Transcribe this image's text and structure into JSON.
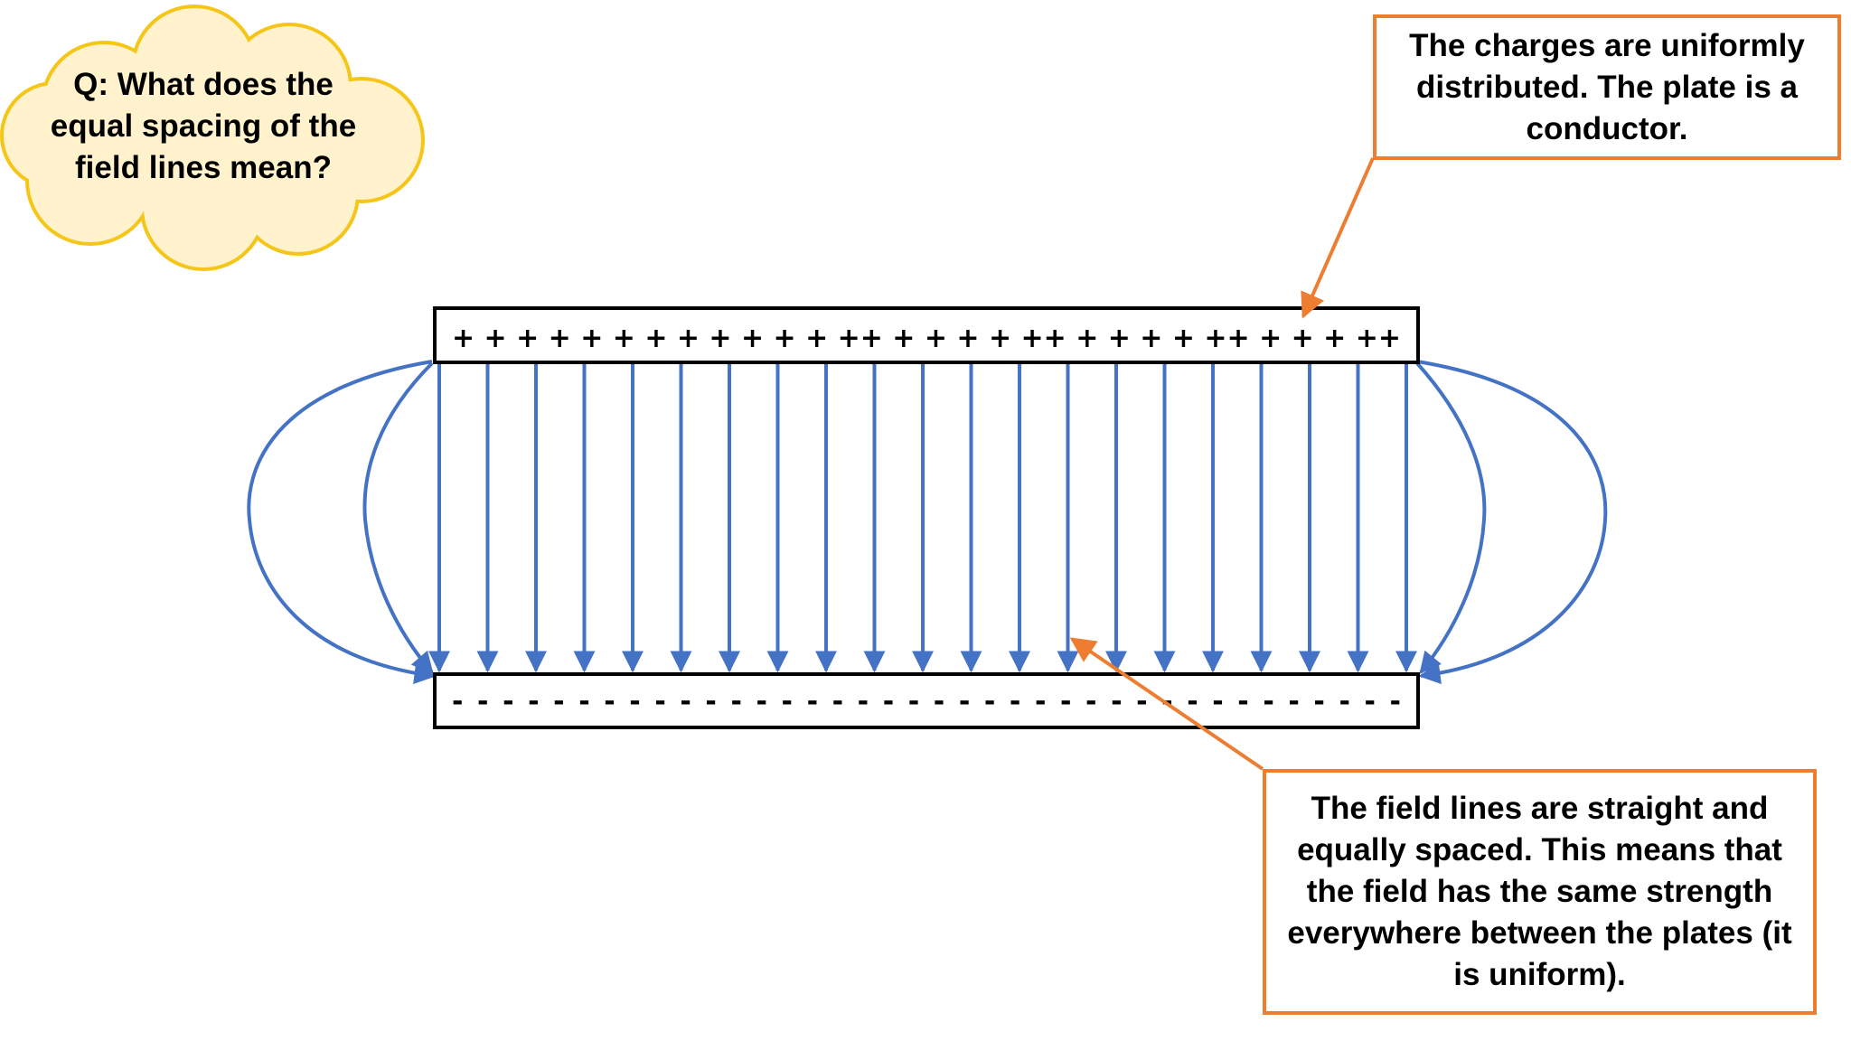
{
  "cloud": {
    "text": "Q: What does the equal spacing of the field lines mean?"
  },
  "callout_top": {
    "text": "The charges are uniformly distributed. The plate is a conductor."
  },
  "callout_bottom": {
    "text": "The field lines are straight and equally spaced. This means that the field has the same strength everywhere between the plates (it is uniform)."
  },
  "top_plate": {
    "charges": "+ + + + + + + + + + + + ++ + + + + ++ + + + + ++ + + + ++"
  },
  "bottom_plate": {
    "charges": "- - - - - - - - - - - - - - - - - - - - - - - - - - - - - - - - - - - - - -"
  },
  "colors": {
    "field_line": "#4472C4",
    "callout_border": "#ED7D31",
    "cloud_fill": "#FFF2CC",
    "cloud_border": "#F5C518",
    "plate_border": "#000000"
  },
  "icons": {
    "cloud": "thought-cloud-icon",
    "arrow": "arrowhead-icon"
  }
}
